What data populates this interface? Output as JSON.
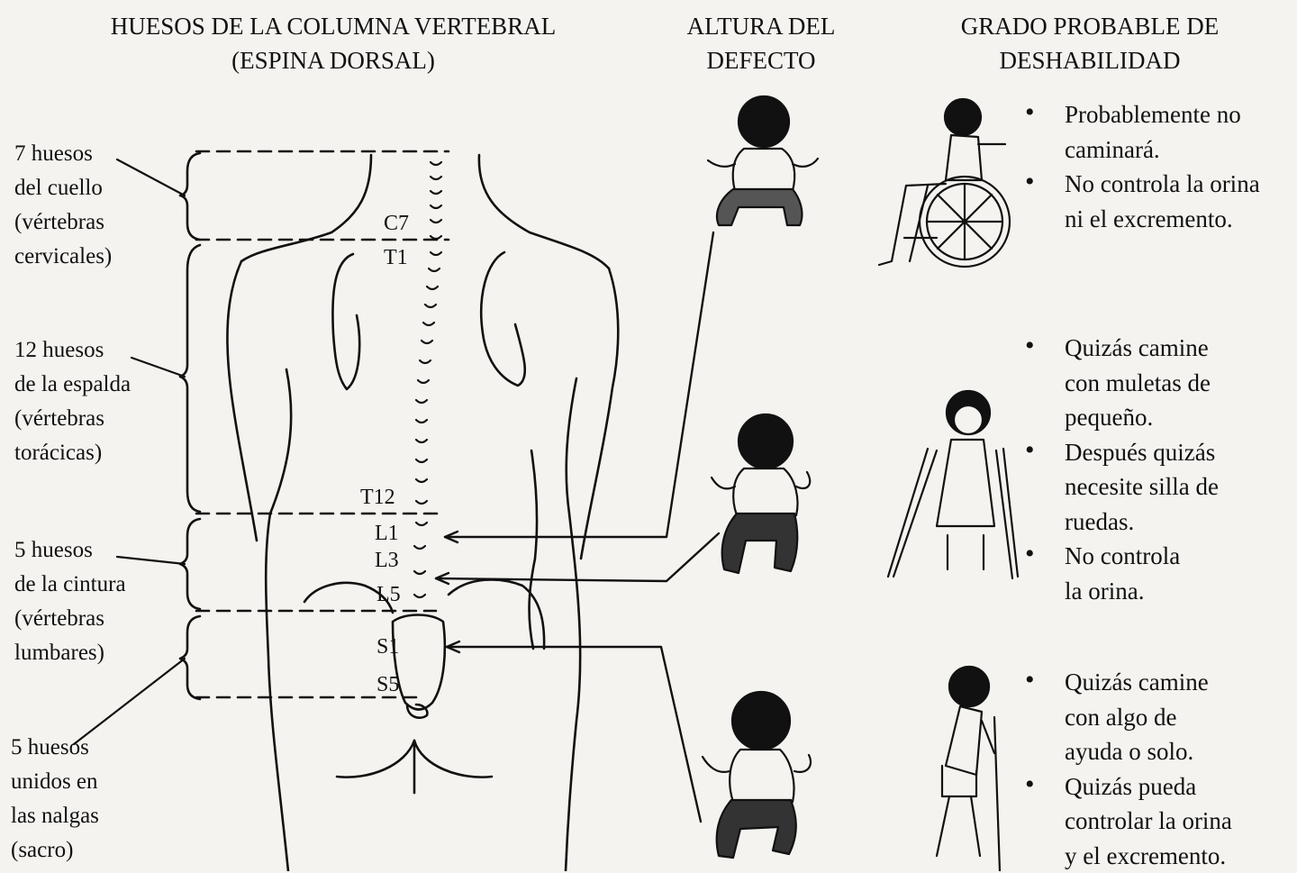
{
  "headers": {
    "spine": [
      "HUESOS DE LA COLUMNA VERTEBRAL",
      "(ESPINA DORSAL)"
    ],
    "height": [
      "ALTURA DEL",
      "DEFECTO"
    ],
    "disability": [
      "GRADO PROBABLE DE",
      "DESHABILIDAD"
    ]
  },
  "groups": [
    {
      "lines": [
        "7 huesos",
        "del cuello",
        "(vértebras",
        "cervicales)"
      ]
    },
    {
      "lines": [
        "12 huesos",
        "de la espalda",
        "(vértebras",
        "torácicas)"
      ]
    },
    {
      "lines": [
        "5 huesos",
        "de la cintura",
        "(vértebras",
        "lumbares)"
      ]
    },
    {
      "lines": [
        "5 huesos",
        "unidos en",
        "las nalgas",
        "(sacro)"
      ]
    }
  ],
  "vertebra_labels": [
    "C7",
    "T1",
    "T12",
    "L1",
    "L3",
    "L5",
    "S1",
    "S5"
  ],
  "outcomes": [
    {
      "level": "L1",
      "bullets": [
        [
          "Probablemente no",
          "caminará."
        ],
        [
          "No controla la orina",
          "ni el excremento."
        ]
      ]
    },
    {
      "level": "L3",
      "bullets": [
        [
          "Quizás camine",
          "con muletas de",
          "pequeño."
        ],
        [
          "Después quizás",
          "necesite silla de",
          "ruedas."
        ],
        [
          "No controla",
          "la orina."
        ]
      ]
    },
    {
      "level": "S1",
      "bullets": [
        [
          "Quizás camine",
          "con algo de",
          "ayuda o solo."
        ],
        [
          "Quizás pueda",
          "controlar la orina",
          "y el excremento."
        ]
      ]
    }
  ],
  "bullet_symbol": "•",
  "icons": [
    "wheelchair-user-icon",
    "crutches-user-icon",
    "walking-stick-user-icon",
    "child-back-view-icon"
  ]
}
